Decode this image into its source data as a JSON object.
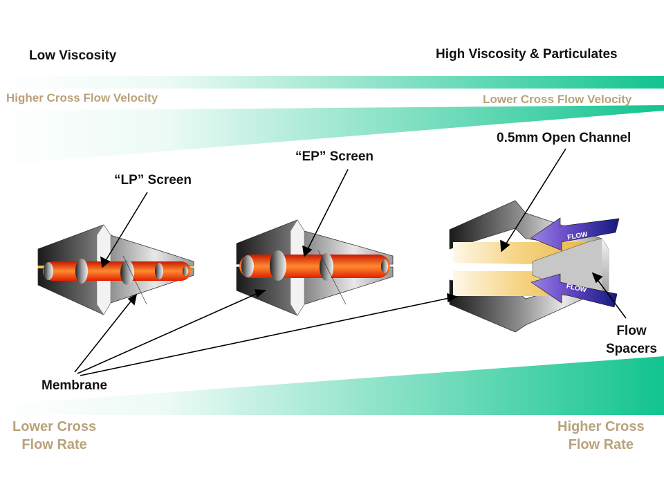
{
  "labels": {
    "low_viscosity": "Low Viscosity",
    "high_viscosity": "High Viscosity & Particulates",
    "higher_cross_flow_velocity": "Higher Cross Flow Velocity",
    "lower_cross_flow_velocity": "Lower Cross Flow Velocity",
    "lp_screen": "“LP” Screen",
    "ep_screen": "“EP” Screen",
    "open_channel": "0.5mm Open Channel",
    "flow_spacers_line1": "Flow",
    "flow_spacers_line2": "Spacers",
    "membrane": "Membrane",
    "lower_cross_flow_rate_line1": "Lower Cross",
    "lower_cross_flow_rate_line2": "Flow Rate",
    "higher_cross_flow_rate_line1": "Higher Cross",
    "higher_cross_flow_rate_line2": "Flow Rate",
    "flow_arrow_text": "FLOW"
  },
  "colors": {
    "accent_green": "#12c48f",
    "label_gold": "#b9a27a",
    "screen_red": "#f03010",
    "screen_orange": "#ff8a30",
    "channel_yellow": "#f2c255",
    "flow_arrow_purple": "#7e5fd3",
    "flow_arrow_blue": "#1b1f8a"
  }
}
